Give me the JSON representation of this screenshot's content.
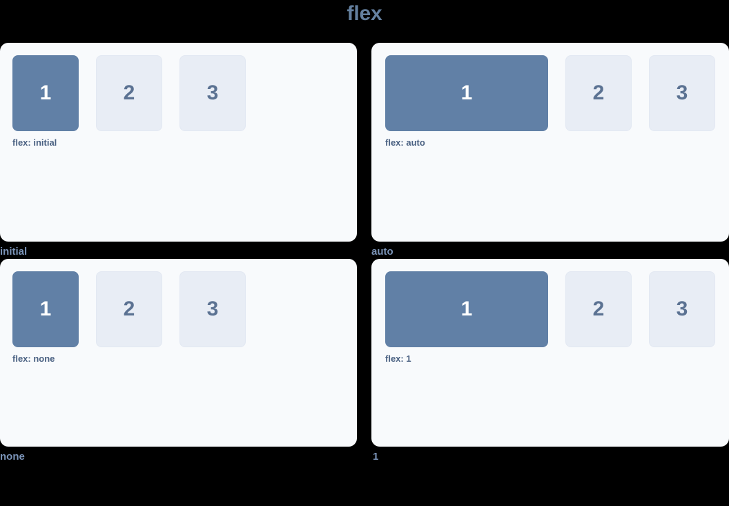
{
  "title": "flex",
  "colors": {
    "background": "#000000",
    "panel": "#f8fafc",
    "primary_box": "#6180a6",
    "muted_box": "#e8edf5",
    "title_text": "#64809f",
    "caption_text": "#7b94b8",
    "label_text": "#4a6182"
  },
  "boxes": {
    "one": "1",
    "two": "2",
    "three": "3"
  },
  "cells": [
    {
      "caption": "initial",
      "label": "flex: initial",
      "variant": "v-initial"
    },
    {
      "caption": "auto",
      "label": "flex: auto",
      "variant": "v-auto"
    },
    {
      "caption": "none",
      "label": "flex: none",
      "variant": "v-none"
    },
    {
      "caption": "1",
      "label": "flex: 1",
      "variant": "v-one"
    }
  ]
}
